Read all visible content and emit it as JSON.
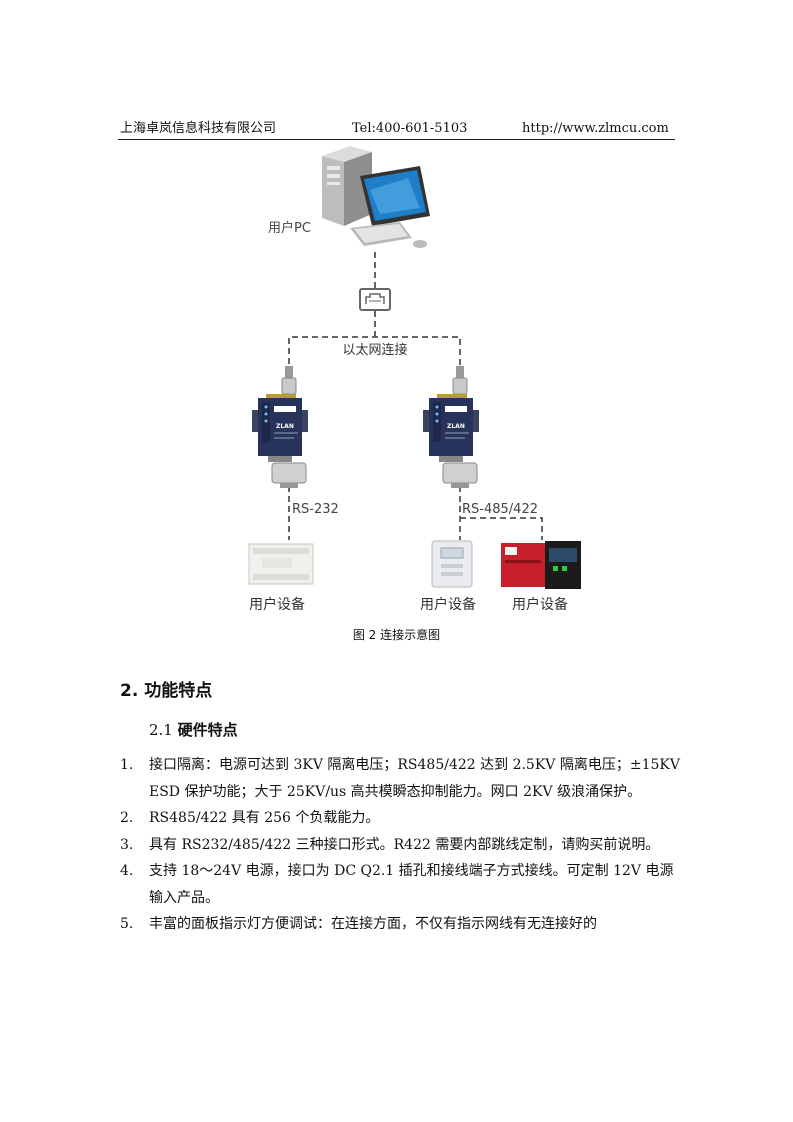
{
  "header": {
    "company": "上海卓岚信息科技有限公司",
    "tel": "Tel:400-601-5103",
    "url": "http://www.zlmcu.com"
  },
  "diagram": {
    "pc_label": "用户PC",
    "ethernet_label": "以太网连接",
    "rs232_label": "RS-232",
    "rs485_label": "RS-485/422",
    "device_label_1": "用户设备",
    "device_label_2": "用户设备",
    "device_label_3": "用户设备",
    "brand_text": "ZLAN"
  },
  "caption": "图 2 连接示意图",
  "section": {
    "title": "2.  功能特点",
    "subsection_num": "2.1",
    "subsection_title": "硬件特点"
  },
  "items": [
    {
      "num": "1.",
      "text": "接口隔离：电源可达到 3KV 隔离电压；RS485/422 达到 2.5KV 隔离电压；±15KV   ESD 保护功能；大于 25KV/us 高共模瞬态抑制能力。网口 2KV 级浪涌保护。"
    },
    {
      "num": "2.",
      "text": "RS485/422 具有 256 个负载能力。"
    },
    {
      "num": "3.",
      "text": "具有 RS232/485/422 三种接口形式。R422 需要内部跳线定制，请购买前说明。"
    },
    {
      "num": "4.",
      "text": "支持 18～24V 电源，接口为 DC Q2.1 插孔和接线端子方式接线。可定制 12V 电源输入产品。"
    },
    {
      "num": "5.",
      "text": "丰富的面板指示灯方便调试：在连接方面，不仅有指示网线有无连接好的"
    }
  ]
}
